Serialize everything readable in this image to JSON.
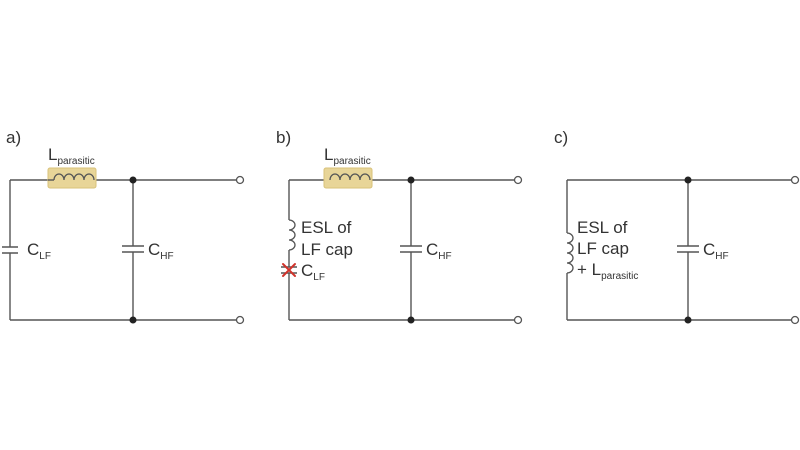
{
  "panels": {
    "a": {
      "label": "a)",
      "l_main": "L",
      "l_sub": "parasitic",
      "clf_main": "C",
      "clf_sub": "LF",
      "chf_main": "C",
      "chf_sub": "HF"
    },
    "b": {
      "label": "b)",
      "l_main": "L",
      "l_sub": "parasitic",
      "esl_line1": "ESL of",
      "esl_line2": "LF cap",
      "clf_main": "C",
      "clf_sub": "LF",
      "chf_main": "C",
      "chf_sub": "HF"
    },
    "c": {
      "label": "c)",
      "esl_line1": "ESL of",
      "esl_line2": "LF cap",
      "esl_line3_prefix": "+ L",
      "esl_line3_sub": "parasitic",
      "chf_main": "C",
      "chf_sub": "HF"
    }
  },
  "colors": {
    "wire": "#555555",
    "inductor_highlight": "#e8d598",
    "removed_mark": "#d0342c",
    "node": "#222222"
  }
}
